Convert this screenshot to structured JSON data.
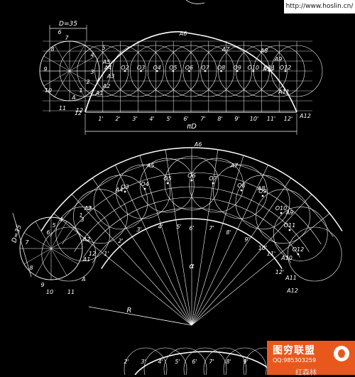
{
  "header": {
    "url": "http://www.hoslin.cn/"
  },
  "top_view": {
    "diameter_label": "D=35",
    "length_label": "πD",
    "left_points": [
      "6",
      "7",
      "8",
      "9",
      "10",
      "11",
      "12"
    ],
    "arc_points": [
      "5",
      "4",
      "3",
      "2",
      "1"
    ],
    "top_labels": [
      "A6",
      "A7",
      "A8",
      "A9",
      "A10",
      "A11",
      "A12"
    ],
    "left_a_labels": [
      "A5",
      "A4",
      "A3",
      "A2",
      "A1",
      "A"
    ],
    "centers": [
      "O2",
      "O3",
      "O4",
      "O5",
      "O6",
      "O7",
      "O8",
      "O9",
      "O10",
      "O11",
      "O12"
    ],
    "bottom_numbers": [
      "1'",
      "2'",
      "3'",
      "4'",
      "5'",
      "6'",
      "7'",
      "8'",
      "9'",
      "10'",
      "11'",
      "12'"
    ],
    "bottom_left": "12"
  },
  "bend_view": {
    "diameter_label": "D=35",
    "radius_label": "R",
    "angle_label": "α",
    "top_labels": [
      "A6",
      "A5",
      "A7",
      "A4",
      "A8",
      "A3",
      "A9",
      "A2",
      "A10",
      "A1",
      "A11",
      "A",
      "A12"
    ],
    "centers": [
      "O3",
      "O4",
      "O5",
      "O6",
      "O7",
      "O8",
      "O9",
      "O10",
      "O11",
      "O12"
    ],
    "arc_numbers": [
      "1'",
      "2'",
      "3'",
      "4'",
      "5'",
      "6'",
      "7'",
      "8'",
      "9'",
      "10'",
      "11'",
      "12'"
    ],
    "left_points": [
      "1",
      "2",
      "3",
      "4",
      "5",
      "6",
      "7",
      "8",
      "9",
      "10",
      "11",
      "12"
    ]
  },
  "bottom_view": {
    "numbers": [
      "2'",
      "3'",
      "4'",
      "5'",
      "6'",
      "7'",
      "8'",
      "9'"
    ]
  },
  "watermark": {
    "title": "图穷联盟",
    "qq": "QQ:985303259",
    "sub": "红森林"
  }
}
